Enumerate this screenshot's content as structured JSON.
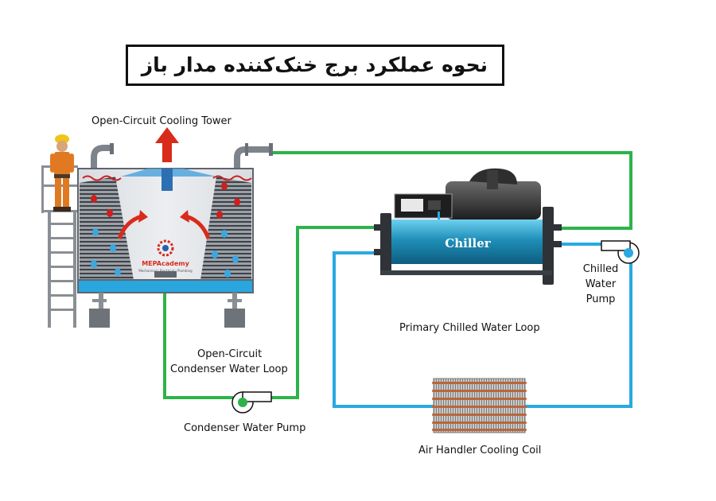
{
  "title": "نحوه عملکرد برج خنک‌کننده مدار باز",
  "labels": {
    "cooling_tower": "Open-Circuit Cooling Tower",
    "condenser_loop_line1": "Open-Circuit",
    "condenser_loop_line2": "Condenser Water Loop",
    "condenser_pump": "Condenser Water Pump",
    "chiller": "Chiller",
    "chilled_pump_line1": "Chilled",
    "chilled_pump_line2": "Water",
    "chilled_pump_line3": "Pump",
    "primary_loop": "Primary Chilled Water Loop",
    "cooling_coil": "Air Handler Cooling Coil",
    "logo_text": "MEPAcademy",
    "logo_sub": "Mechanical | Electrical | Plumbing"
  },
  "colors": {
    "condenser_loop": "#2db34a",
    "chilled_loop": "#29a9e1",
    "hot_water_drop": "#cc1f1f",
    "cold_water_drop": "#3aa8e0",
    "airflow_arrow": "#d92b1a",
    "chiller_body": "#1f8fb8",
    "tower_basin": "#2aa6de"
  }
}
